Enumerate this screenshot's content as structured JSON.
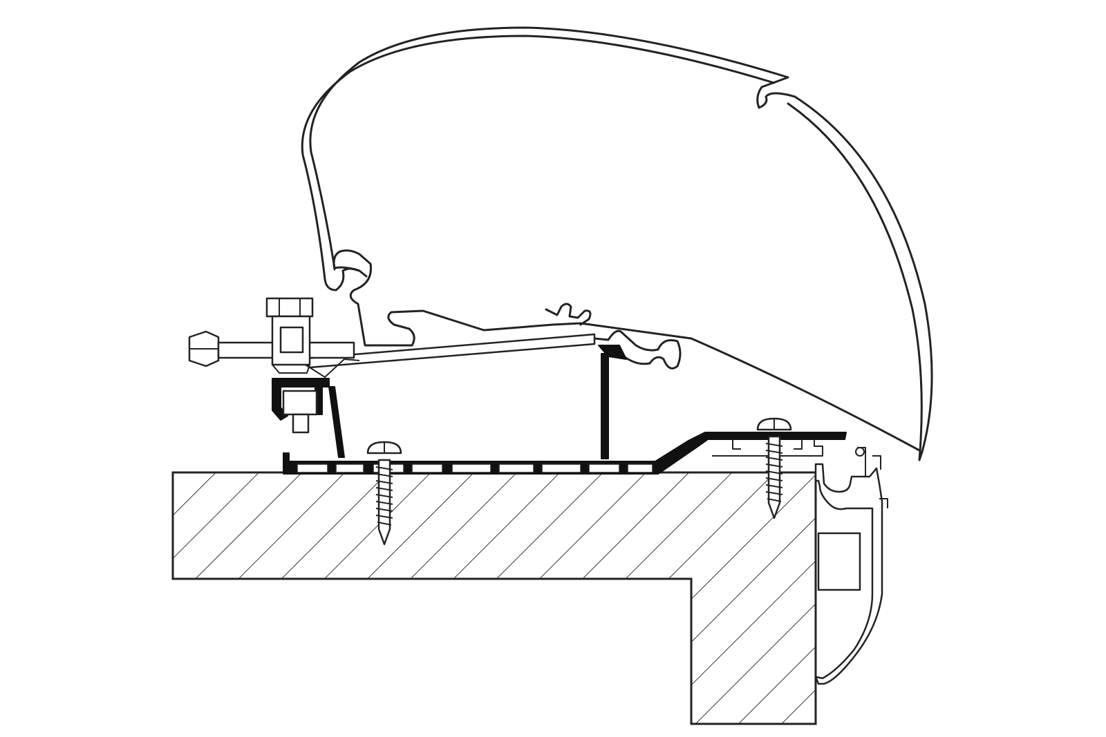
{
  "diagram": {
    "colors": {
      "line": "#222222",
      "solid": "#111111",
      "background": "#ffffff",
      "hatch": "#333333"
    },
    "parts": [
      "awning-cassette",
      "awning-rail",
      "adapter-profile",
      "mounting-bracket",
      "bolt",
      "nut",
      "wood-screw",
      "roof-panel",
      "side-wall-profile"
    ]
  }
}
